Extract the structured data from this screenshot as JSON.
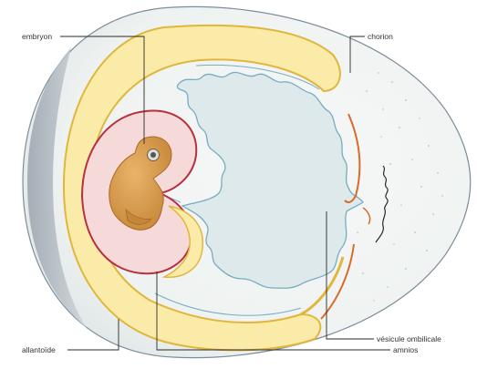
{
  "labels": {
    "embryon": "embryon",
    "chorion": "chorion",
    "allantoide": "allantoïde",
    "vesicule": "vésicule ombilicale",
    "amnios": "amnios"
  },
  "colors": {
    "shell": "#f1f4f3",
    "shell_shadow": "#b3bac2",
    "outline": "#7d8e9a",
    "chorion": "#e0b73c",
    "allantois_fill": "#faeba8",
    "amnion_line": "#b7303f",
    "amnion_fill": "#f6dada",
    "yolk_fill": "#dde9ea",
    "yolk_border": "#79acc1",
    "embryo": "#d59a4e",
    "membrane_orange": "#d96a2a"
  }
}
